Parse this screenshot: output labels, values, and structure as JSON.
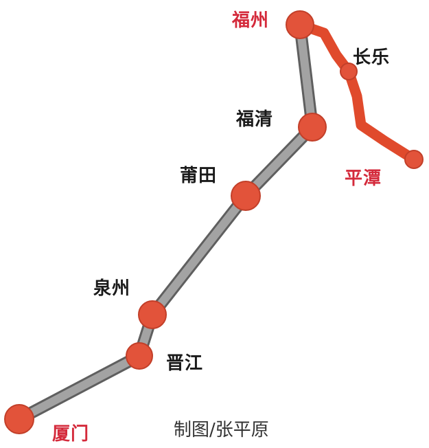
{
  "colors": {
    "grey_line": "#9a9a9a",
    "grey_line_edge": "#5f5f5f",
    "red_line": "#e04a2c",
    "station_fill": "#e2533a",
    "station_edge": "#c23f29",
    "label_dark": "#1a1a1a",
    "label_red": "#d42a3b"
  },
  "stations": {
    "fuzhou": "福州",
    "changle": "长乐",
    "fuqing": "福清",
    "pingtan": "平潭",
    "putian": "莆田",
    "quanzhou": "泉州",
    "jinjiang": "晋江",
    "xiamen": "厦门"
  },
  "credit": "制图/张平原"
}
